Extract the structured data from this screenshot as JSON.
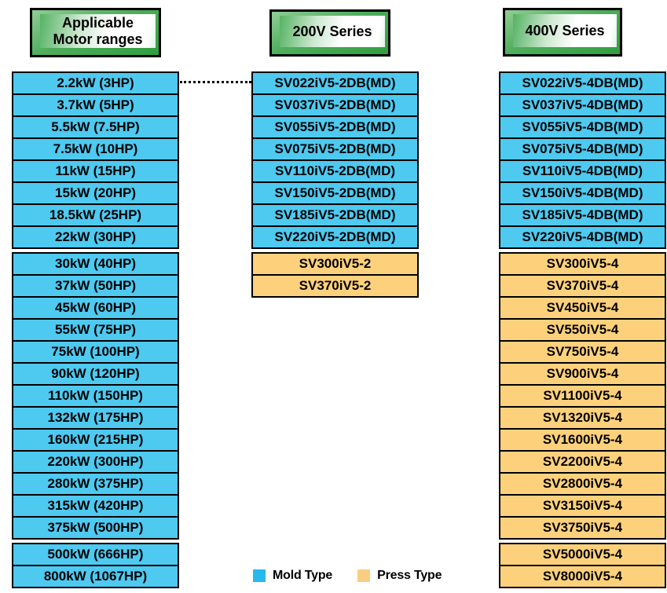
{
  "headers": {
    "motor_line1": "Applicable",
    "motor_line2": "Motor ranges",
    "v200": "200V Series",
    "v400": "400V Series"
  },
  "motor_ranges": [
    "2.2kW (3HP)",
    "3.7kW (5HP)",
    "5.5kW (7.5HP)",
    "7.5kW (10HP)",
    "11kW (15HP)",
    "15kW (20HP)",
    "18.5kW (25HP)",
    "22kW (30HP)",
    "30kW (40HP)",
    "37kW (50HP)",
    "45kW (60HP)",
    "55kW (75HP)",
    "75kW (100HP)",
    "90kW (120HP)",
    "110kW (150HP)",
    "132kW (175HP)",
    "160kW (215HP)",
    "220kW (300HP)",
    "280kW (375HP)",
    "315kW (420HP)",
    "375kW (500HP)",
    "500kW (666HP)",
    "800kW (1067HP)"
  ],
  "series_200v": {
    "mold": [
      "SV022iV5-2DB(MD)",
      "SV037iV5-2DB(MD)",
      "SV055iV5-2DB(MD)",
      "SV075iV5-2DB(MD)",
      "SV110iV5-2DB(MD)",
      "SV150iV5-2DB(MD)",
      "SV185iV5-2DB(MD)",
      "SV220iV5-2DB(MD)"
    ],
    "press": [
      "SV300iV5-2",
      "SV370iV5-2"
    ]
  },
  "series_400v": {
    "mold": [
      "SV022iV5-4DB(MD)",
      "SV037iV5-4DB(MD)",
      "SV055iV5-4DB(MD)",
      "SV075iV5-4DB(MD)",
      "SV110iV5-4DB(MD)",
      "SV150iV5-4DB(MD)",
      "SV185iV5-4DB(MD)",
      "SV220iV5-4DB(MD)"
    ],
    "press_main": [
      "SV300iV5-4",
      "SV370iV5-4",
      "SV450iV5-4",
      "SV550iV5-4",
      "SV750iV5-4",
      "SV900iV5-4",
      "SV1100iV5-4",
      "SV1320iV5-4",
      "SV1600iV5-4",
      "SV2200iV5-4",
      "SV2800iV5-4",
      "SV3150iV5-4",
      "SV3750iV5-4"
    ],
    "press_tail": [
      "SV5000iV5-4",
      "SV8000iV5-4"
    ]
  },
  "legend": {
    "mold": "Mold Type",
    "press": "Press Type"
  },
  "colors": {
    "mold_blue": "#4ec9f0",
    "press_orange": "#fdd17c",
    "legend_blue": "#27b8ee",
    "legend_orange": "#f8cf82",
    "header_green": "#2f9e3f"
  }
}
